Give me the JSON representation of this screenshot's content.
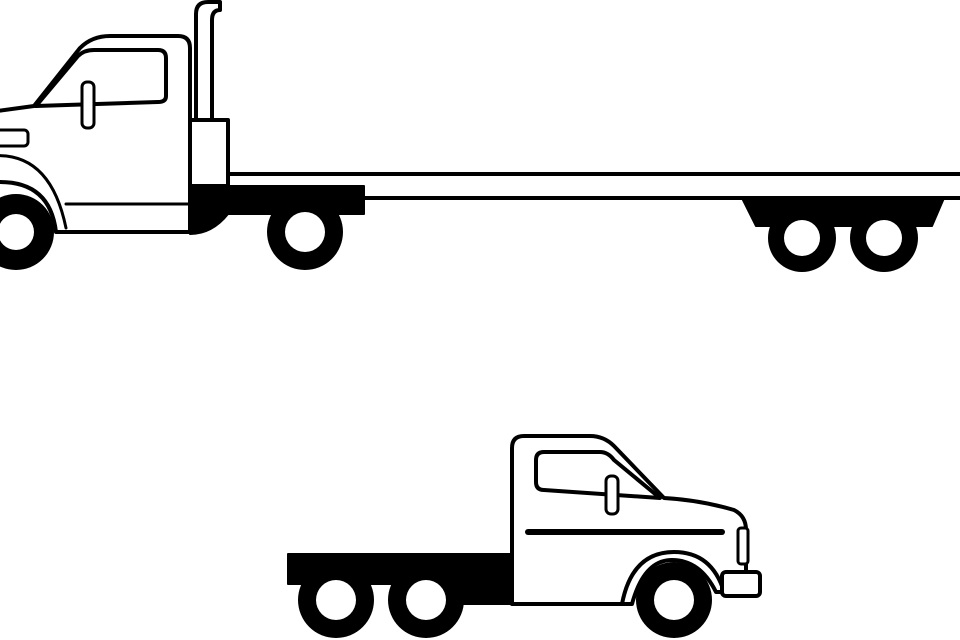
{
  "background_color": "#ffffff",
  "line_color": "#000000",
  "fill_color": "#ffffff",
  "illustration": {
    "style": "black line-art clip art",
    "objects": [
      {
        "kind": "flatbed-truck-with-trailer",
        "facing": "left",
        "icon": "flatbed-truck-icon"
      },
      {
        "kind": "semi-truck-tractor-cab",
        "facing": "right",
        "icon": "tractor-truck-icon"
      }
    ]
  }
}
